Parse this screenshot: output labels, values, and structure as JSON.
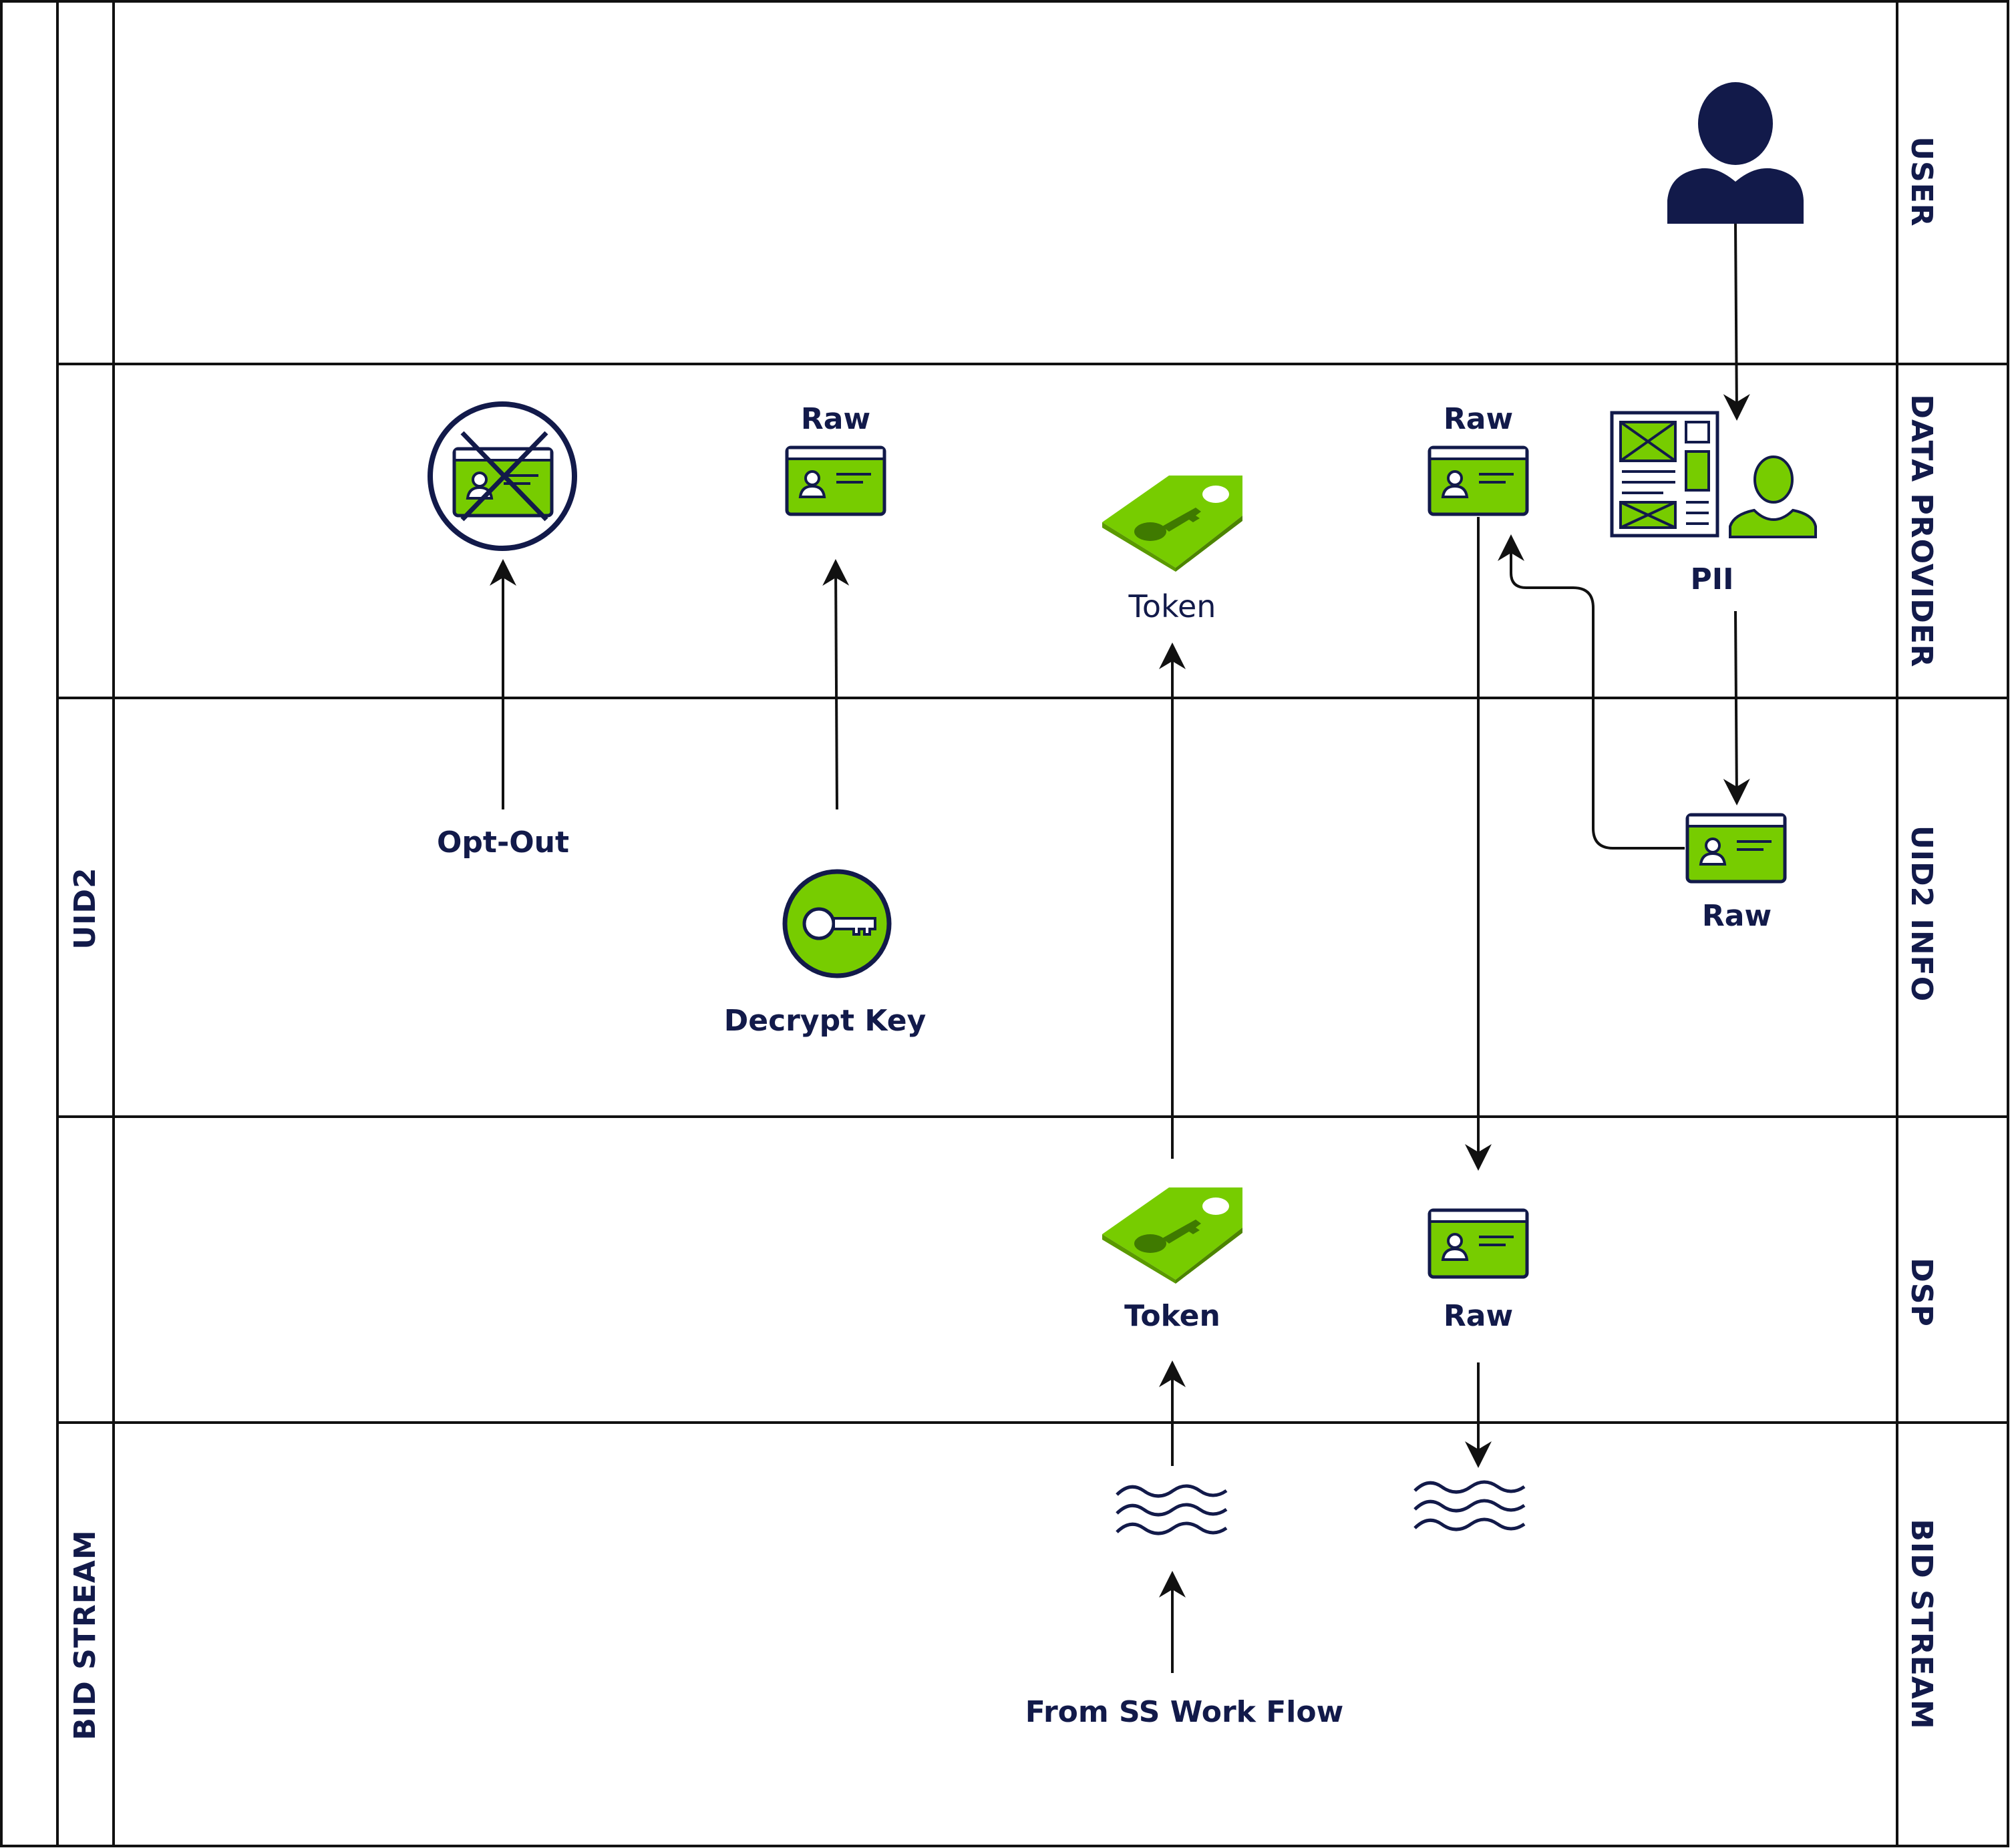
{
  "lanes_right": {
    "user": "USER",
    "data_provider": "DATA PROVIDER",
    "uid2_info": "UID2 INFO",
    "dsp": "DSP",
    "bid_stream": "BID STREAM"
  },
  "lanes_left": {
    "uid2": "UID2",
    "bid_stream": "BID STREAM"
  },
  "labels": {
    "raw_dp_left": "Raw",
    "raw_dp_right": "Raw",
    "token_dp": "Token",
    "pii": "PII",
    "opt_out": "Opt-Out",
    "decrypt_key": "Decrypt Key",
    "raw_uid2": "Raw",
    "token_dsp": "Token",
    "raw_dsp": "Raw",
    "from_ss": "From SS Work Flow"
  },
  "colors": {
    "navy": "#121a4a",
    "green": "#77cc00",
    "green_dark": "#5a9a00",
    "line": "#111111"
  }
}
